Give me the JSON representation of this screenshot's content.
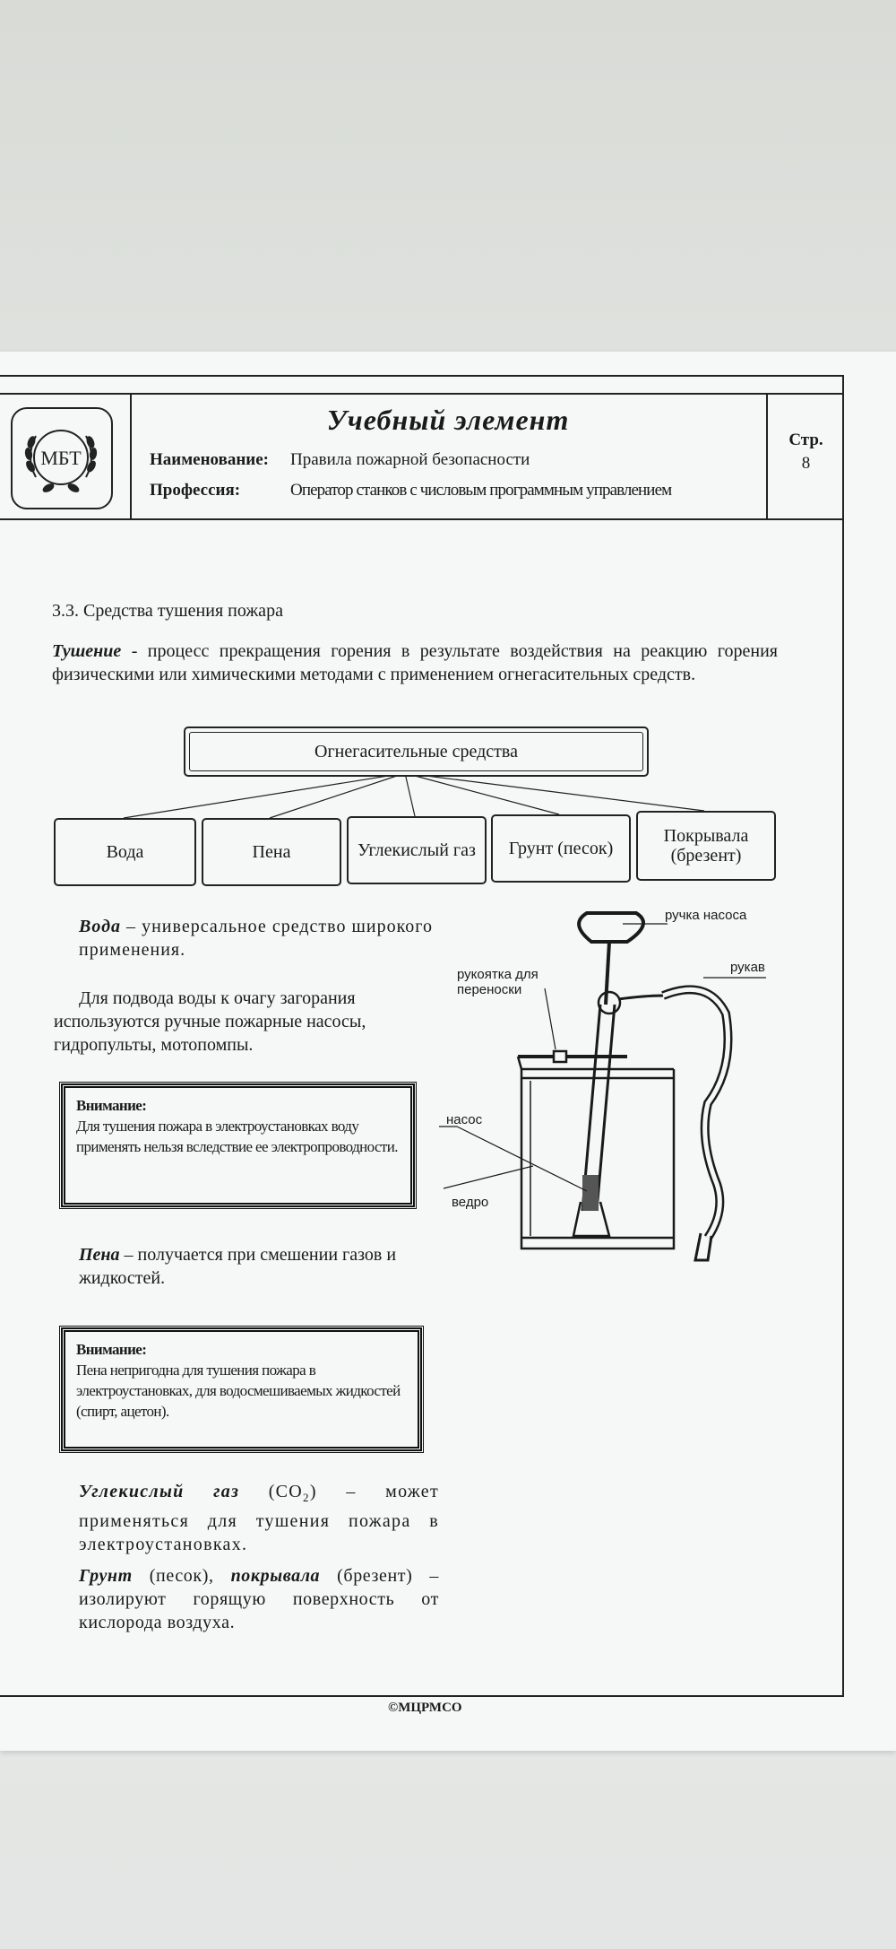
{
  "header": {
    "title": "Учебный   элемент",
    "name_label": "Наименование:",
    "name_value": "Правила пожарной безопасности",
    "profession_label": "Профессия:",
    "profession_value": "Оператор станков с числовым программным управлением",
    "page_label": "Стр.",
    "page_number": "8",
    "logo_text": "МБТ"
  },
  "section": {
    "heading": "3.3. Средства тушения пожара",
    "intro_term": "Тушение",
    "intro_text": " - процесс прекращения горения в результате воздействия на реакцию горения физическими или химическими методами с применением огнегасительных средств."
  },
  "scheme": {
    "root": "Огнегасительные средства",
    "children": [
      "Вода",
      "Пена",
      "Углекислый газ",
      "Грунт (песок)",
      "Покрывала (брезент)"
    ]
  },
  "water": {
    "term": "Вода",
    "text": " – универсальное средство широкого применения.",
    "supply": "Для подвода воды к очагу загорания используются ручные пожарные насосы, гидропульты, мотопомпы."
  },
  "warning1": {
    "title": "Внимание:",
    "text": "Для тушения пожара в электроустановках воду применять нельзя вследствие ее электропроводности."
  },
  "foam": {
    "term": "Пена",
    "text": " – получается при смешении газов и жидкостей."
  },
  "warning2": {
    "title": "Внимание:",
    "text": "Пена непригодна для тушения пожара в электроустановках, для водосмешиваемых жидкостей (спирт, ацетон)."
  },
  "co2": {
    "term": "Углекислый газ",
    "formula_open": " (CO",
    "formula_sub": "2",
    "text": ") – может применяться для тушения пожара в электроустановках."
  },
  "soil": {
    "term1": "Грунт",
    "mid": " (песок), ",
    "term2": "покрывала",
    "text": " (брезент) – изолируют горящую поверхность от кислорода воздуха."
  },
  "diagram": {
    "pump_handle": "ручка насоса",
    "carry_handle": "рукоятка для переноски",
    "hose": "рукав",
    "pump": "насос",
    "bucket": "ведро"
  },
  "footer": "©МЦРМСО"
}
